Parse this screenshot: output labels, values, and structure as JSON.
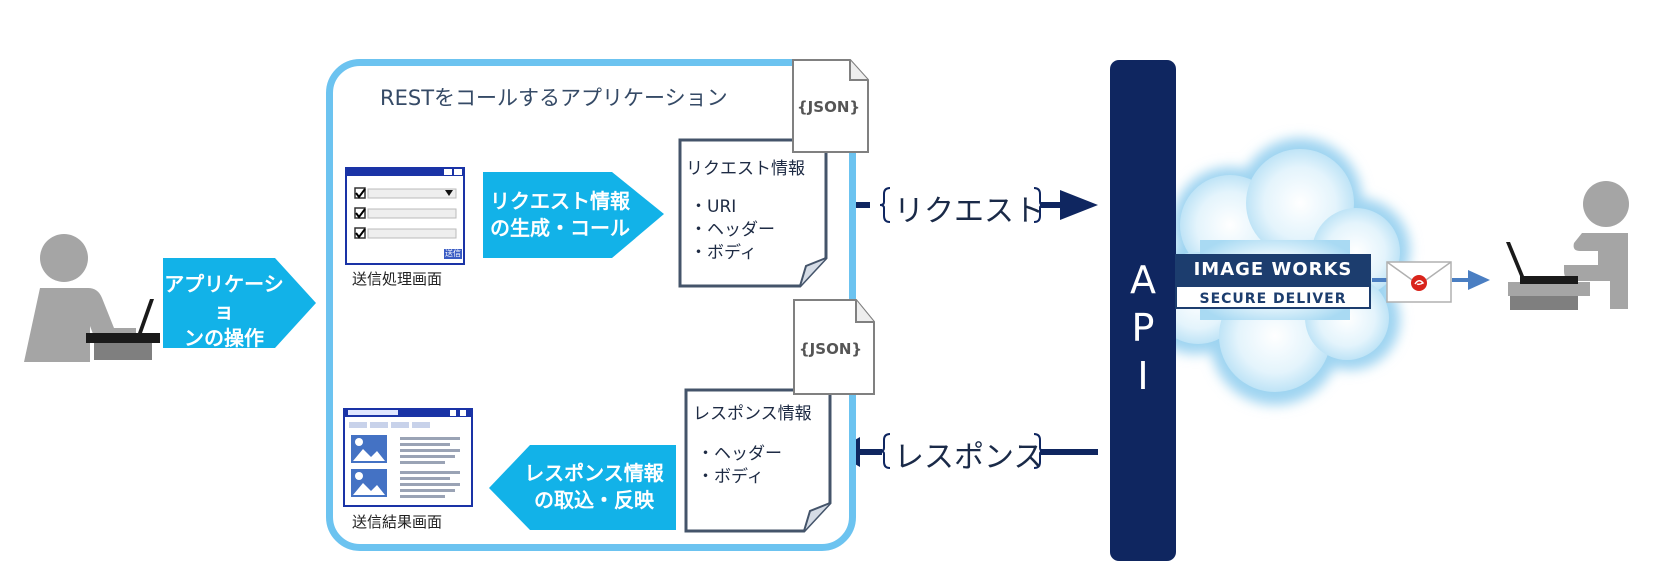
{
  "operator_chevron": {
    "line1": "アプリケーショ",
    "line2": "ンの操作"
  },
  "app_box": {
    "title": "RESTをコールするアプリケーション"
  },
  "request_chevron": {
    "line1": "リクエスト情報",
    "line2": "の生成・コール"
  },
  "response_chevron": {
    "line1": "レスポンス情報",
    "line2": "の取込・反映"
  },
  "send_screen": {
    "caption": "送信処理画面",
    "button_label": "送信"
  },
  "result_screen": {
    "caption": "送信結果画面"
  },
  "request_doc": {
    "title": "リクエスト情報",
    "items": [
      "・URI",
      "・ヘッダー",
      "・ボディ"
    ]
  },
  "response_doc": {
    "title": "レスポンス情報",
    "items": [
      "・ヘッダー",
      "・ボディ"
    ]
  },
  "json_badge": "{JSON}",
  "request_arrow_label": "リクエスト",
  "response_arrow_label": "レスポンス",
  "api": {
    "letters": [
      "A",
      "P",
      "I"
    ]
  },
  "brand": {
    "line1": "IMAGE WORKS",
    "line2": "SECURE DELIVER"
  },
  "colors": {
    "chevron": "#12b2e8",
    "app_frame": "#6cc3f0",
    "api_bar": "#0f2660",
    "arrow": "#0f2660",
    "person": "#a5a5a5",
    "cloud": "#bfe4f7",
    "brand": "#1c3d6e"
  }
}
